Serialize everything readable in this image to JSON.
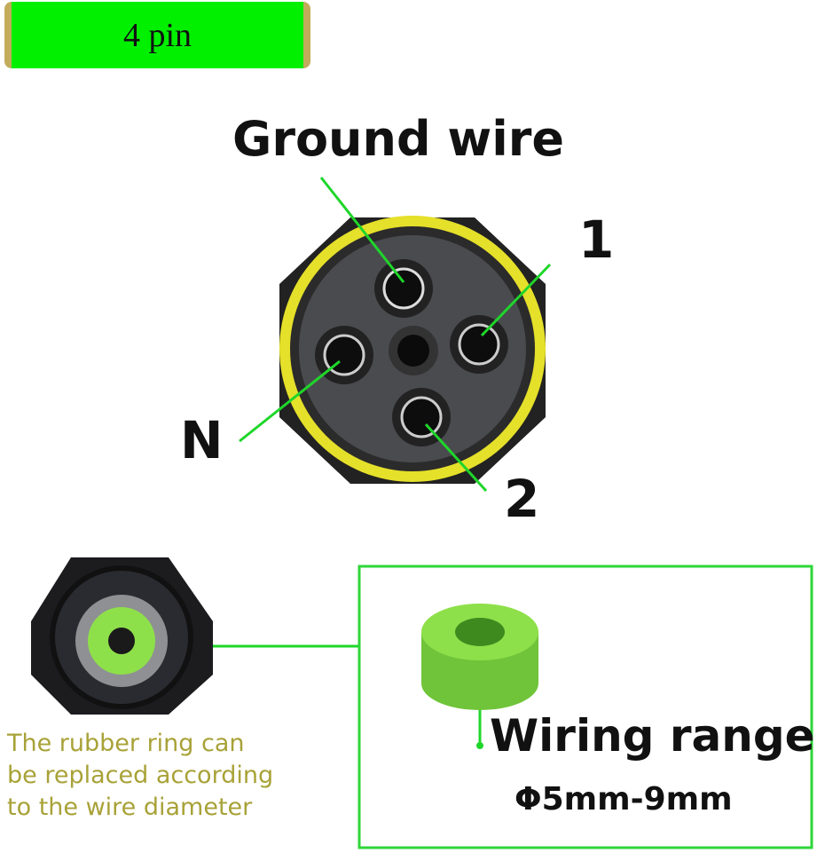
{
  "banner": {
    "label": "4 pin"
  },
  "connector": {
    "labels": {
      "ground": "Ground wire",
      "pin1": "1",
      "neutral": "N",
      "pin2": "2"
    }
  },
  "gland": {
    "note_lines": [
      "The rubber ring can",
      "be replaced according",
      "to the wire diameter"
    ]
  },
  "wiring": {
    "title": "Wiring range",
    "range": "Φ5mm-9mm"
  },
  "colors": {
    "accent_green": "#00f000",
    "ring_yellow": "#e5e02a",
    "note_olive": "#a8a238",
    "rubber_green": "#8ee04a"
  }
}
